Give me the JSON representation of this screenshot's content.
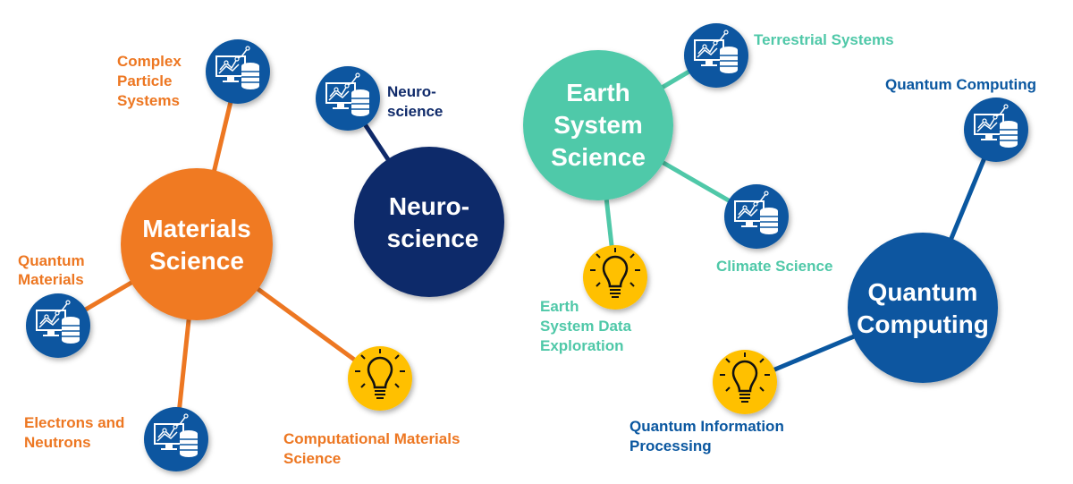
{
  "colors": {
    "materials": "#F07A22",
    "neuro": "#0F2A6A",
    "earth": "#4FC9A9",
    "quantum": "#0A57A0",
    "idea": "#FFC000",
    "icon_bg": "#0A57A0"
  },
  "materials": {
    "hub": [
      "Materials",
      "Science"
    ],
    "nodes": [
      {
        "label": [
          "Complex",
          "Particle",
          "Systems"
        ],
        "icon": "data-analytics-icon"
      },
      {
        "label": [
          "Quantum",
          "Materials"
        ],
        "icon": "data-analytics-icon"
      },
      {
        "label": [
          "Electrons and",
          "Neutrons"
        ],
        "icon": "data-analytics-icon"
      },
      {
        "label": [
          "Computational Materials",
          "Science"
        ],
        "icon": "lightbulb-icon"
      }
    ]
  },
  "neuro": {
    "hub": [
      "Neuro-",
      "science"
    ],
    "nodes": [
      {
        "label": [
          "Neuro-",
          "science"
        ],
        "icon": "data-analytics-icon"
      }
    ]
  },
  "earth": {
    "hub": [
      "Earth",
      "System",
      "Science"
    ],
    "nodes": [
      {
        "label": [
          "Terrestrial Systems"
        ],
        "icon": "data-analytics-icon"
      },
      {
        "label": [
          "Climate Science"
        ],
        "icon": "data-analytics-icon"
      },
      {
        "label": [
          "Earth",
          "System Data",
          "Exploration"
        ],
        "icon": "lightbulb-icon"
      }
    ]
  },
  "quantum": {
    "hub": [
      "Quantum",
      "Computing"
    ],
    "nodes": [
      {
        "label": [
          "Quantum Computing"
        ],
        "icon": "data-analytics-icon"
      },
      {
        "label": [
          "Quantum Information",
          "Processing"
        ],
        "icon": "lightbulb-icon"
      }
    ]
  }
}
